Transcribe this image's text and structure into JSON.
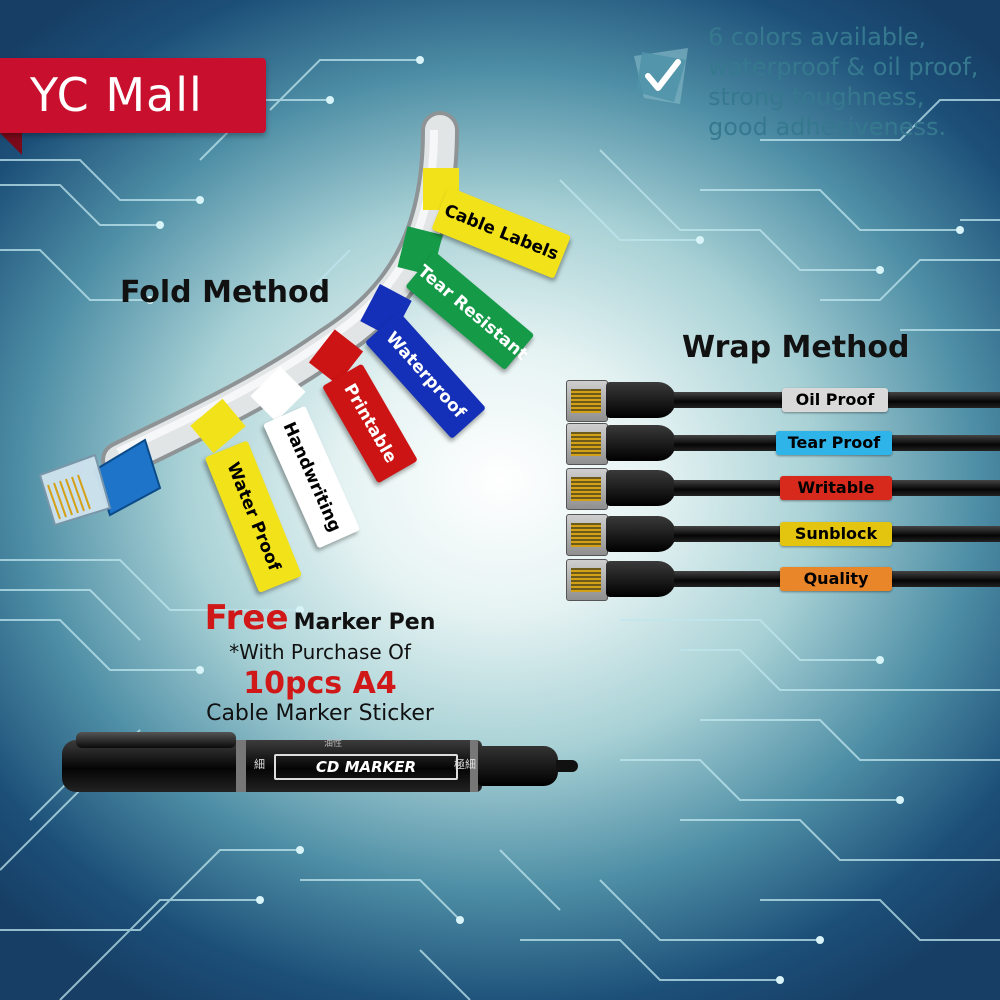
{
  "brand": {
    "name": "YC Mall",
    "color": "#c8102e"
  },
  "features": {
    "icon": "check-badge-icon",
    "lines": [
      "6 colors available,",
      "waterproof & oil proof,",
      "strong toughness,",
      "good adhesiveness."
    ]
  },
  "fold": {
    "heading": "Fold Method",
    "tags": [
      {
        "label": "Cable Labels",
        "color": "#f2e21a",
        "text_color": "#000000"
      },
      {
        "label": "Tear Resistant",
        "color": "#159a48",
        "text_color": "#ffffff"
      },
      {
        "label": "Waterproof",
        "color": "#1530b8",
        "text_color": "#ffffff"
      },
      {
        "label": "Printable",
        "color": "#cc1414",
        "text_color": "#ffffff"
      },
      {
        "label": "Handwriting",
        "color": "#ffffff",
        "text_color": "#000000"
      },
      {
        "label": "Water Proof",
        "color": "#f2e21a",
        "text_color": "#000000"
      }
    ]
  },
  "wrap": {
    "heading": "Wrap Method",
    "labels": [
      {
        "label": "Oil Proof",
        "color": "#d9d9d9"
      },
      {
        "label": "Tear Proof",
        "color": "#2fb4ea"
      },
      {
        "label": "Writable",
        "color": "#d72a1c"
      },
      {
        "label": "Sunblock",
        "color": "#e3c40f"
      },
      {
        "label": "Quality",
        "color": "#e9862a"
      }
    ]
  },
  "promo": {
    "free": "Free",
    "item": "Marker Pen",
    "condition": "*With Purchase Of",
    "quantity": "10pcs A4",
    "product": "Cable Marker Sticker"
  },
  "pen": {
    "label": "CD MARKER",
    "left_mark": "細",
    "right_mark": "極細",
    "top_mark": "油性"
  }
}
